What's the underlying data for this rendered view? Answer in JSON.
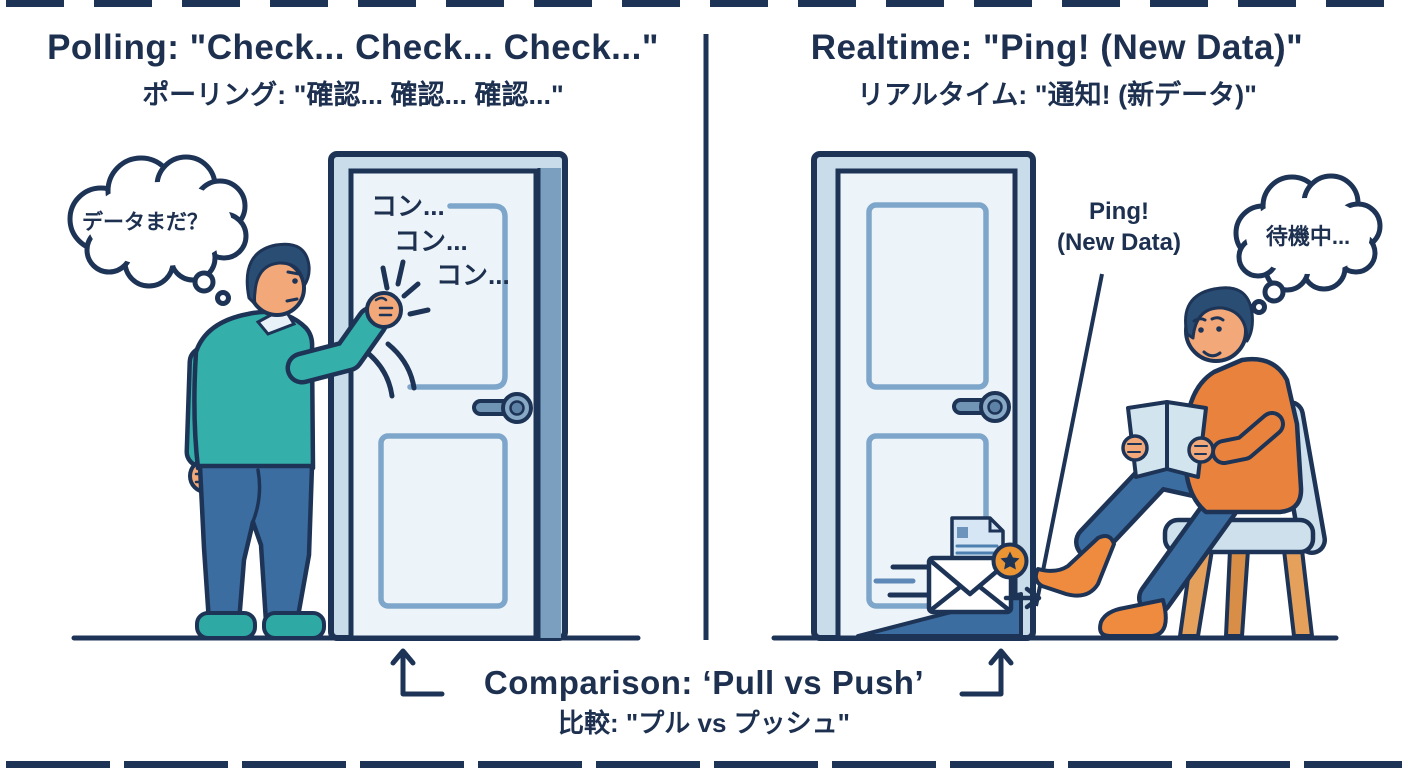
{
  "panels": {
    "polling": {
      "title": "Polling: \"Check... Check... Check...\"",
      "subtitle": "ポーリング: \"確認... 確認... 確認...\"",
      "thought": "データまだ？",
      "knocks": [
        "コン...",
        "コン...",
        "コン..."
      ]
    },
    "realtime": {
      "title": "Realtime: \"Ping! (New Data)\"",
      "subtitle": "リアルタイム: \"通知! (新データ)\"",
      "ping_label_line1": "Ping!",
      "ping_label_line2": "(New Data)",
      "thought": "待機中..."
    }
  },
  "caption": {
    "title": "Comparison: ‘Pull vs Push’",
    "subtitle": "比較: \"プル vs プッシュ\""
  },
  "icons": {
    "envelope": "envelope-icon",
    "document": "document-icon",
    "star_badge": "star-badge-icon",
    "arrow_right": "arrow-right-icon",
    "arrow_up": "arrow-up-icon",
    "thought_bubble": "thought-bubble",
    "knock_fist": "knock-fist-icon"
  },
  "colors": {
    "outline_navy": "#1d3457",
    "text_navy": "#1d3050",
    "teal_sweater": "#35afaa",
    "blue_pants": "#3b6da0",
    "orange_shirt": "#e8823c",
    "orange_shoe": "#ef8b3f",
    "skin": "#f2a878",
    "door_fill": "#edf4f9",
    "door_frame": "#c9dcea",
    "door_edge": "#7b9fbf",
    "panel_outline": "#7ea6ca",
    "chair_fill": "#cde0ec",
    "chair_leg": "#e5a05c",
    "star_orange": "#eb9434"
  }
}
